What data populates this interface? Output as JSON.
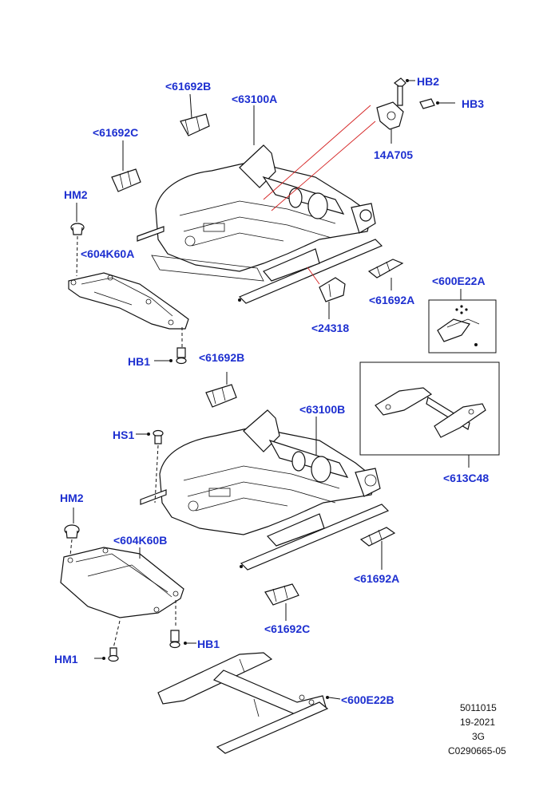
{
  "labels": {
    "c61692b_top": "<61692B",
    "c63100a": "<63100A",
    "hb2": "HB2",
    "hb3": "HB3",
    "c61692c_top": "<61692C",
    "c14a705": "14A705",
    "hm2_top": "HM2",
    "c604k60a": "<604K60A",
    "c61692a_top": "<61692A",
    "c600e22a": "<600E22A",
    "c24318": "<24318",
    "hb1_top": "HB1",
    "c61692b_mid": "<61692B",
    "c63100b": "<63100B",
    "hs1": "HS1",
    "c613c48": "<613C48",
    "hm2_bottom": "HM2",
    "c604k60b": "<604K60B",
    "c61692a_bottom": "<61692A",
    "c61692c_bottom": "<61692C",
    "hb1_bottom": "HB1",
    "hm1": "HM1",
    "c600e22b": "<600E22B"
  },
  "reference": {
    "line1": "5011015",
    "line2": "19-2021",
    "line3": "3G",
    "line4": "C0290665-05"
  },
  "colors": {
    "callout": "#1d2fd0",
    "leader_red": "#d42020",
    "ink": "#111111"
  }
}
